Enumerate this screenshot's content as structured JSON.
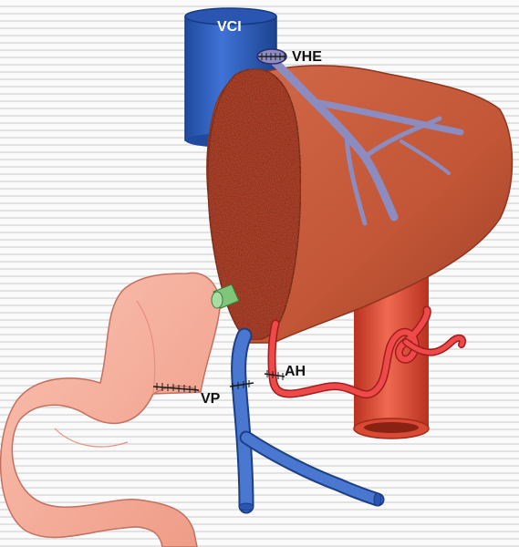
{
  "labels": {
    "vci": "VCI",
    "vhe": "VHE",
    "ah": "AH",
    "vp": "VP"
  },
  "colors": {
    "vena_cava": "#2f5fbf",
    "hepatic_veins": "#8f8fbf",
    "liver": "#c4583e",
    "cut_surface": "#9a2d1b",
    "aorta": "#d9442e",
    "hepatic_artery": "#e83a3a",
    "portal_vein": "#4a78d0",
    "intestine": "#f5a995",
    "bile_duct_stump": "#7fc67a",
    "suture": "#1a1a1a"
  }
}
